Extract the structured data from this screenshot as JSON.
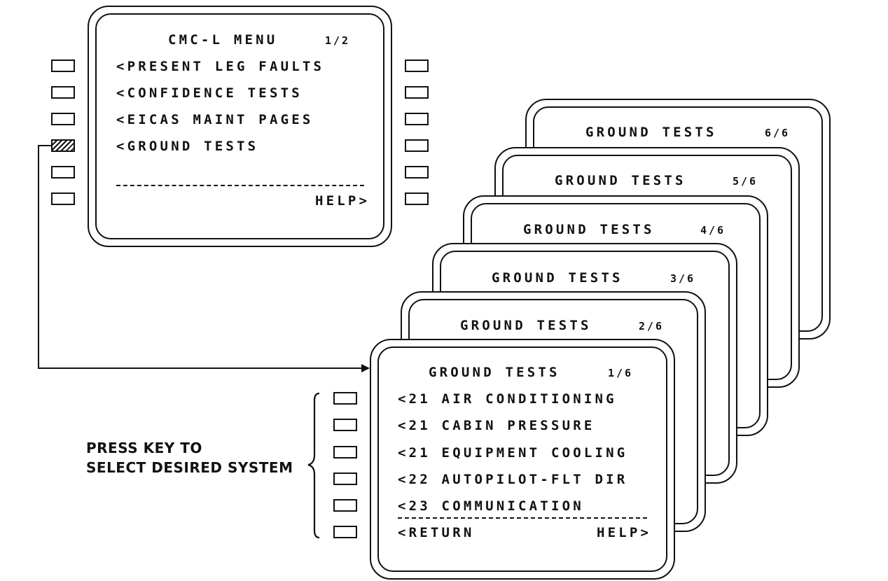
{
  "menu": {
    "title": "CMC-L MENU",
    "page": "1/2",
    "items": [
      "<PRESENT LEG FAULTS",
      "<CONFIDENCE TESTS",
      "<EICAS MAINT PAGES",
      "<GROUND TESTS"
    ],
    "help": "HELP>",
    "selected_key_index": 3
  },
  "ground_tests": {
    "stack": [
      {
        "title": "GROUND TESTS",
        "page": "6/6"
      },
      {
        "title": "GROUND TESTS",
        "page": "5/6"
      },
      {
        "title": "GROUND TESTS",
        "page": "4/6"
      },
      {
        "title": "GROUND TESTS",
        "page": "3/6"
      },
      {
        "title": "GROUND TESTS",
        "page": "2/6"
      }
    ],
    "front": {
      "title": "GROUND TESTS",
      "page": "1/6",
      "items": [
        "<21 AIR CONDITIONING",
        "<21 CABIN PRESSURE",
        "<21 EQUIPMENT COOLING",
        "<22 AUTOPILOT-FLT DIR",
        "<23 COMMUNICATION"
      ],
      "return": "<RETURN",
      "help": "HELP>"
    }
  },
  "annotation": {
    "line1": "PRESS KEY TO",
    "line2": "SELECT DESIRED SYSTEM"
  }
}
